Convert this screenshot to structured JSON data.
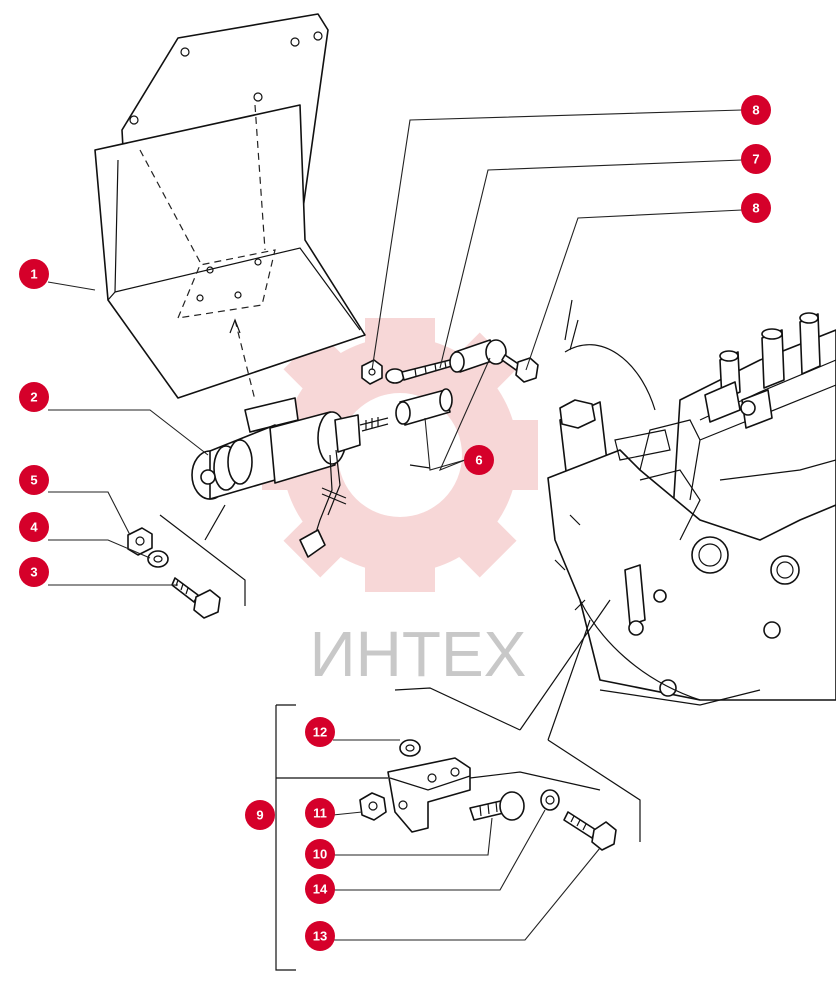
{
  "watermark": {
    "text": "ИНТЕХ",
    "color": "#e03a3a"
  },
  "callout_color": "#d5002a",
  "callouts": [
    {
      "id": "c1",
      "label": "1"
    },
    {
      "id": "c2",
      "label": "2"
    },
    {
      "id": "c3",
      "label": "3"
    },
    {
      "id": "c4",
      "label": "4"
    },
    {
      "id": "c5",
      "label": "5"
    },
    {
      "id": "c6",
      "label": "6"
    },
    {
      "id": "c7",
      "label": "7"
    },
    {
      "id": "c8a",
      "label": "8"
    },
    {
      "id": "c8b",
      "label": "8"
    },
    {
      "id": "c9",
      "label": "9"
    },
    {
      "id": "c10",
      "label": "10"
    },
    {
      "id": "c11",
      "label": "11"
    },
    {
      "id": "c12",
      "label": "12"
    },
    {
      "id": "c13",
      "label": "13"
    },
    {
      "id": "c14",
      "label": "14"
    }
  ]
}
